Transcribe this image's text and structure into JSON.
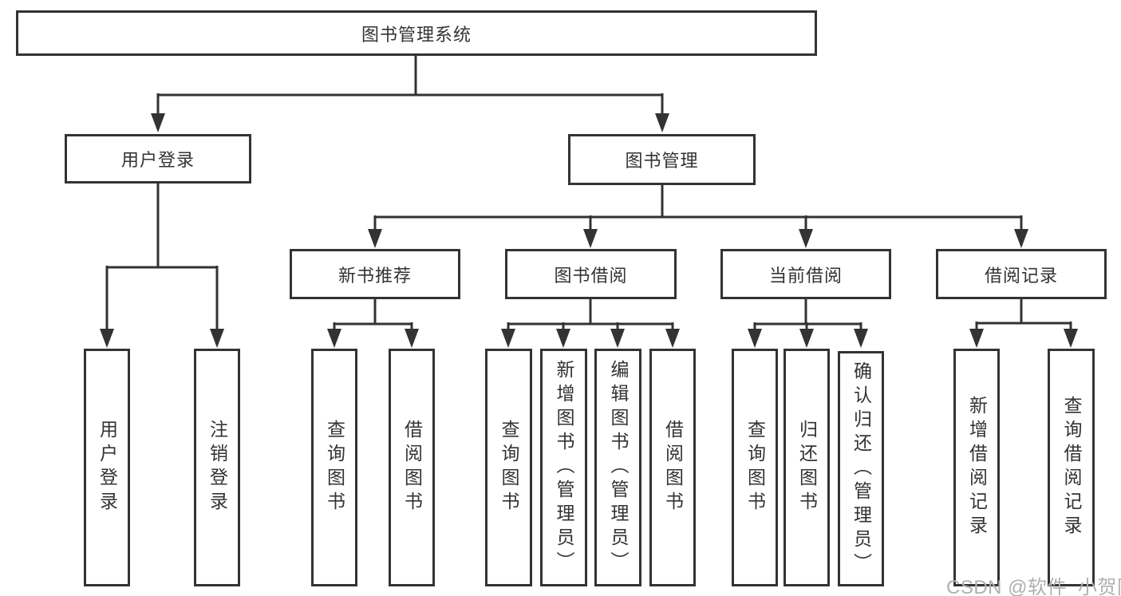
{
  "diagram": {
    "tree": {
      "root": {
        "label": "图书管理系统",
        "children": [
          {
            "label": "用户登录",
            "children": [
              {
                "label": "用户登录"
              },
              {
                "label": "注销登录"
              }
            ]
          },
          {
            "label": "图书管理",
            "children": [
              {
                "label": "新书推荐",
                "children": [
                  {
                    "label": "查询图书"
                  },
                  {
                    "label": "借阅图书"
                  }
                ]
              },
              {
                "label": "图书借阅",
                "children": [
                  {
                    "label": "查询图书"
                  },
                  {
                    "label": "新增图书（管理员）"
                  },
                  {
                    "label": "编辑图书（管理员）"
                  },
                  {
                    "label": "借阅图书"
                  }
                ]
              },
              {
                "label": "当前借阅",
                "children": [
                  {
                    "label": "查询图书"
                  },
                  {
                    "label": "归还图书"
                  },
                  {
                    "label": "确认归还（管理员）"
                  }
                ]
              },
              {
                "label": "借阅记录",
                "children": [
                  {
                    "label": "新增借阅记录"
                  },
                  {
                    "label": "查询借阅记录"
                  }
                ]
              }
            ]
          }
        ]
      }
    },
    "watermark": "CSDN @软件_小贺同学",
    "colors": {
      "line": "#333333",
      "box_border": "#333333",
      "text": "#333333",
      "watermark_text": "#b0b0b0",
      "background": "#ffffff"
    }
  }
}
